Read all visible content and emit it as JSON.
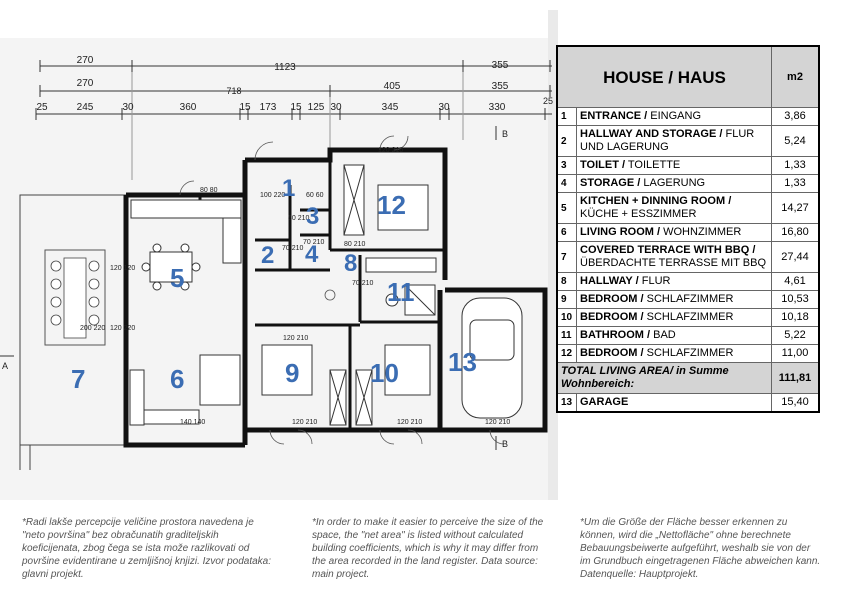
{
  "dimensions": {
    "row1": [
      "270",
      "1123",
      "355"
    ],
    "row2": [
      "270",
      "718",
      "405",
      "355"
    ],
    "row3": [
      "25",
      "245",
      "30",
      "360",
      "15",
      "173",
      "15",
      "125",
      "30",
      "345",
      "30",
      "330",
      "25"
    ]
  },
  "plan_labels": {
    "labels": [
      "A",
      "B",
      "B",
      "120 210",
      "100 220",
      "60 60",
      "50 210",
      "80 80",
      "70 210",
      "70 210",
      "80 210",
      "120 120",
      "120 220",
      "200 220",
      "70 210",
      "120 210",
      "120 210",
      "120 210",
      "140 140",
      "120 210"
    ]
  },
  "room_numbers": [
    "1",
    "2",
    "3",
    "4",
    "5",
    "6",
    "7",
    "8",
    "9",
    "10",
    "11",
    "12",
    "13"
  ],
  "table": {
    "title": "HOUSE / HAUS",
    "unit": "m2",
    "rows": [
      {
        "num": "1",
        "bold": "ENTRANCE /",
        "rest": " EINGANG",
        "value": "3,86"
      },
      {
        "num": "2",
        "bold": "HALLWAY AND STORAGE /",
        "rest": " FLUR UND LAGERUNG",
        "value": "5,24"
      },
      {
        "num": "3",
        "bold": "TOILET /",
        "rest": " TOILETTE",
        "value": "1,33"
      },
      {
        "num": "4",
        "bold": "STORAGE /",
        "rest": " LAGERUNG",
        "value": "1,33"
      },
      {
        "num": "5",
        "bold": "KITCHEN + DINNING ROOM /",
        "rest": " KÜCHE + ESSZIMMER",
        "value": "14,27"
      },
      {
        "num": "6",
        "bold": "LIVING ROOM /",
        "rest": " WOHNZIMMER",
        "value": "16,80"
      },
      {
        "num": "7",
        "bold": "COVERED TERRACE WITH BBQ /",
        "rest": " ÜBERDACHTE TERRASSE MIT BBQ",
        "value": "27,44"
      },
      {
        "num": "8",
        "bold": "HALLWAY /",
        "rest": " FLUR",
        "value": "4,61"
      },
      {
        "num": "9",
        "bold": "BEDROOM /",
        "rest": " SCHLAFZIMMER",
        "value": "10,53"
      },
      {
        "num": "10",
        "bold": "BEDROOM /",
        "rest": " SCHLAFZIMMER",
        "value": "10,18"
      },
      {
        "num": "11",
        "bold": "BATHROOM /",
        "rest": " BAD",
        "value": "5,22"
      },
      {
        "num": "12",
        "bold": "BEDROOM /",
        "rest": " SCHLAFZIMMER",
        "value": "11,00"
      }
    ],
    "total_label": "TOTAL LIVING AREA/ in Summe Wohnbereich:",
    "total_value": "111,81",
    "garage": {
      "num": "13",
      "bold": "GARAGE",
      "rest": "",
      "value": "15,40"
    }
  },
  "notes": {
    "hr": "*Radi lakše percepcije veličine prostora navedena je \"neto površina\" bez obračunatih graditeljskih koeficijenata, zbog čega se ista može razlikovati od površine evidentirane u zemljišnoj knjizi. Izvor podataka: glavni projekt.",
    "en": "*In order to make it easier to perceive the size of the space, the \"net area\" is listed without calculated building coefficients, which is why it may differ from the area recorded in the land register. Data source: main project.",
    "de": "*Um die Größe der Fläche besser erkennen zu können, wird die „Nettofläche\" ohne berechnete Bebauungsbeiwerte aufgeführt, weshalb sie von der im Grundbuch eingetragenen Fläche abweichen kann. Datenquelle: Hauptprojekt."
  }
}
